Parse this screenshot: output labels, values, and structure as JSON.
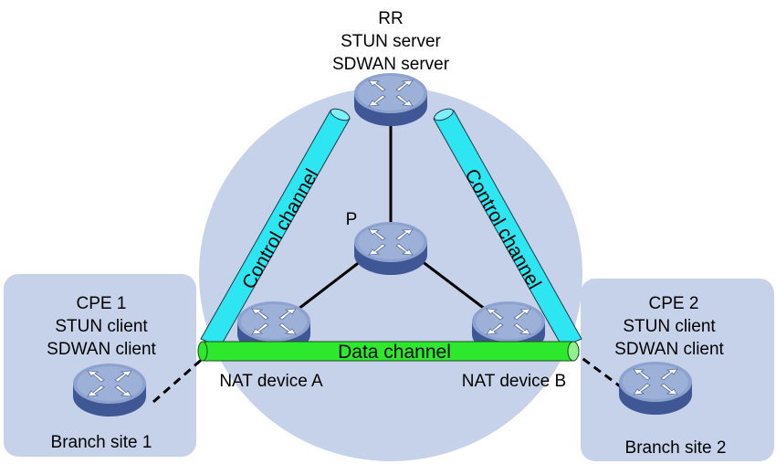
{
  "colors": {
    "cloud": "#c5d2ea",
    "site_box": "#c5d2ea",
    "control_channel": "#2ee6f2",
    "data_channel": "#2ee82e",
    "router_top": "#8fa3cf",
    "router_side": "#4a63a3",
    "link": "#000000"
  },
  "rr": {
    "line1": "RR",
    "line2": "STUN server",
    "line3": "SDWAN server",
    "icon": "router-icon"
  },
  "p_router": {
    "label": "P",
    "icon": "router-icon"
  },
  "nat_a": {
    "label": "NAT device A",
    "icon": "router-icon"
  },
  "nat_b": {
    "label": "NAT device B",
    "icon": "router-icon"
  },
  "cpe1": {
    "line1": "CPE 1",
    "line2": "STUN client",
    "line3": "SDWAN client",
    "site": "Branch site 1",
    "icon": "router-icon"
  },
  "cpe2": {
    "line1": "CPE 2",
    "line2": "STUN client",
    "line3": "SDWAN client",
    "site": "Branch site 2",
    "icon": "router-icon"
  },
  "channels": {
    "control_left": "Control channel",
    "control_right": "Control channel",
    "data": "Data channel"
  }
}
